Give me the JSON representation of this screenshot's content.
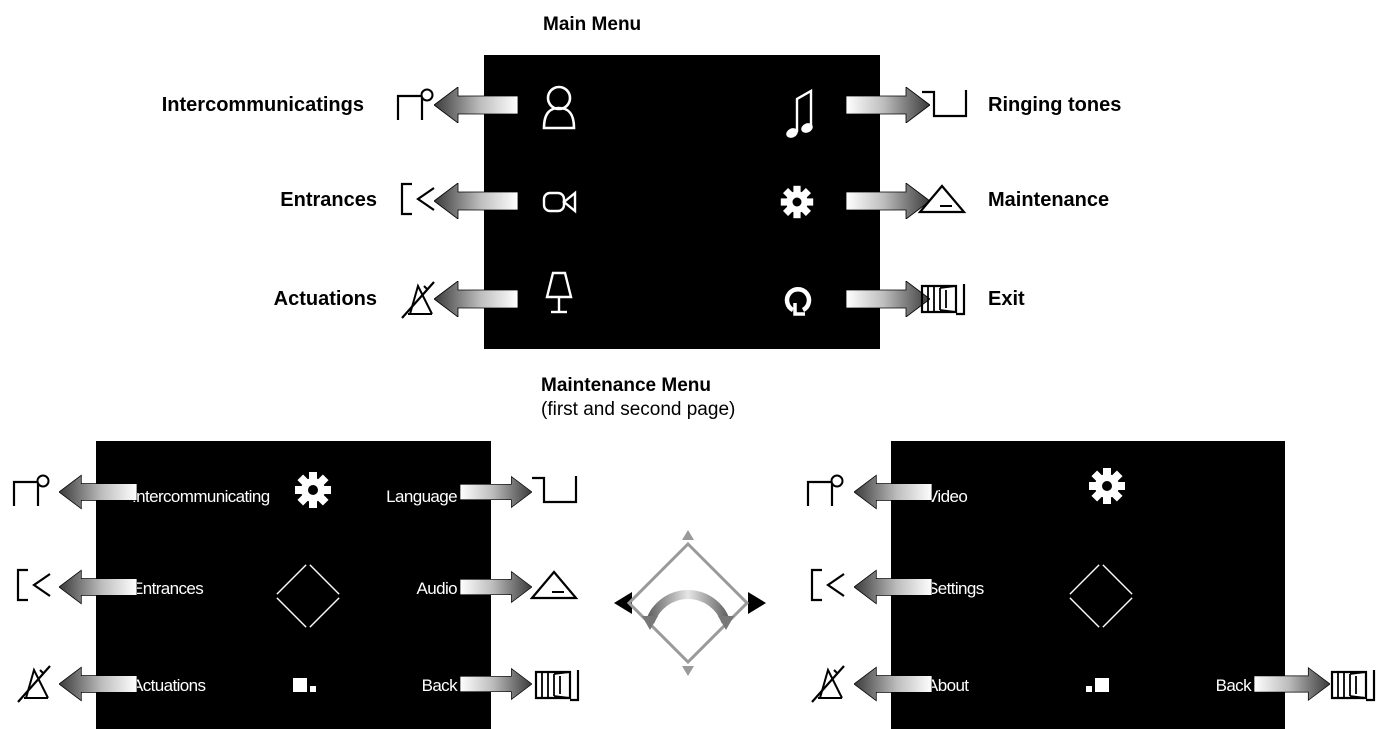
{
  "main_menu": {
    "title": "Main Menu",
    "left_labels": [
      "Intercommunicatings",
      "Entrances",
      "Actuations"
    ],
    "right_labels": [
      "Ringing tones",
      "Maintenance",
      "Exit"
    ],
    "screen_icons": {
      "left": [
        "user-icon",
        "video-camera-icon",
        "lamp-icon"
      ],
      "right": [
        "music-note-icon",
        "gear-icon",
        "refresh-icon"
      ]
    }
  },
  "maintenance_menu": {
    "title": "Maintenance Menu",
    "subtitle": "(first and second page)",
    "page1": {
      "left_labels": [
        "Intercommunicating",
        "Entrances",
        "Actuations"
      ],
      "right_labels": [
        "Language",
        "Audio",
        "Back"
      ],
      "page_indicator": "page-1-of-2"
    },
    "page2": {
      "left_labels": [
        "Video",
        "Settings",
        "About"
      ],
      "right_labels": [
        "Back"
      ],
      "page_indicator": "page-2-of-2"
    }
  },
  "button_icons": [
    "button-corner-circle-icon",
    "button-bracket-arrow-icon",
    "button-bell-mute-icon",
    "button-step-icon",
    "button-triangle-icon",
    "button-door-icon"
  ],
  "colors": {
    "screen": "#000000",
    "text": "#000000",
    "screen_text": "#ffffff",
    "arrow_light": "#ffffff",
    "arrow_dark": "#3a3a3a",
    "nav_gray": "#9a9a9a"
  }
}
